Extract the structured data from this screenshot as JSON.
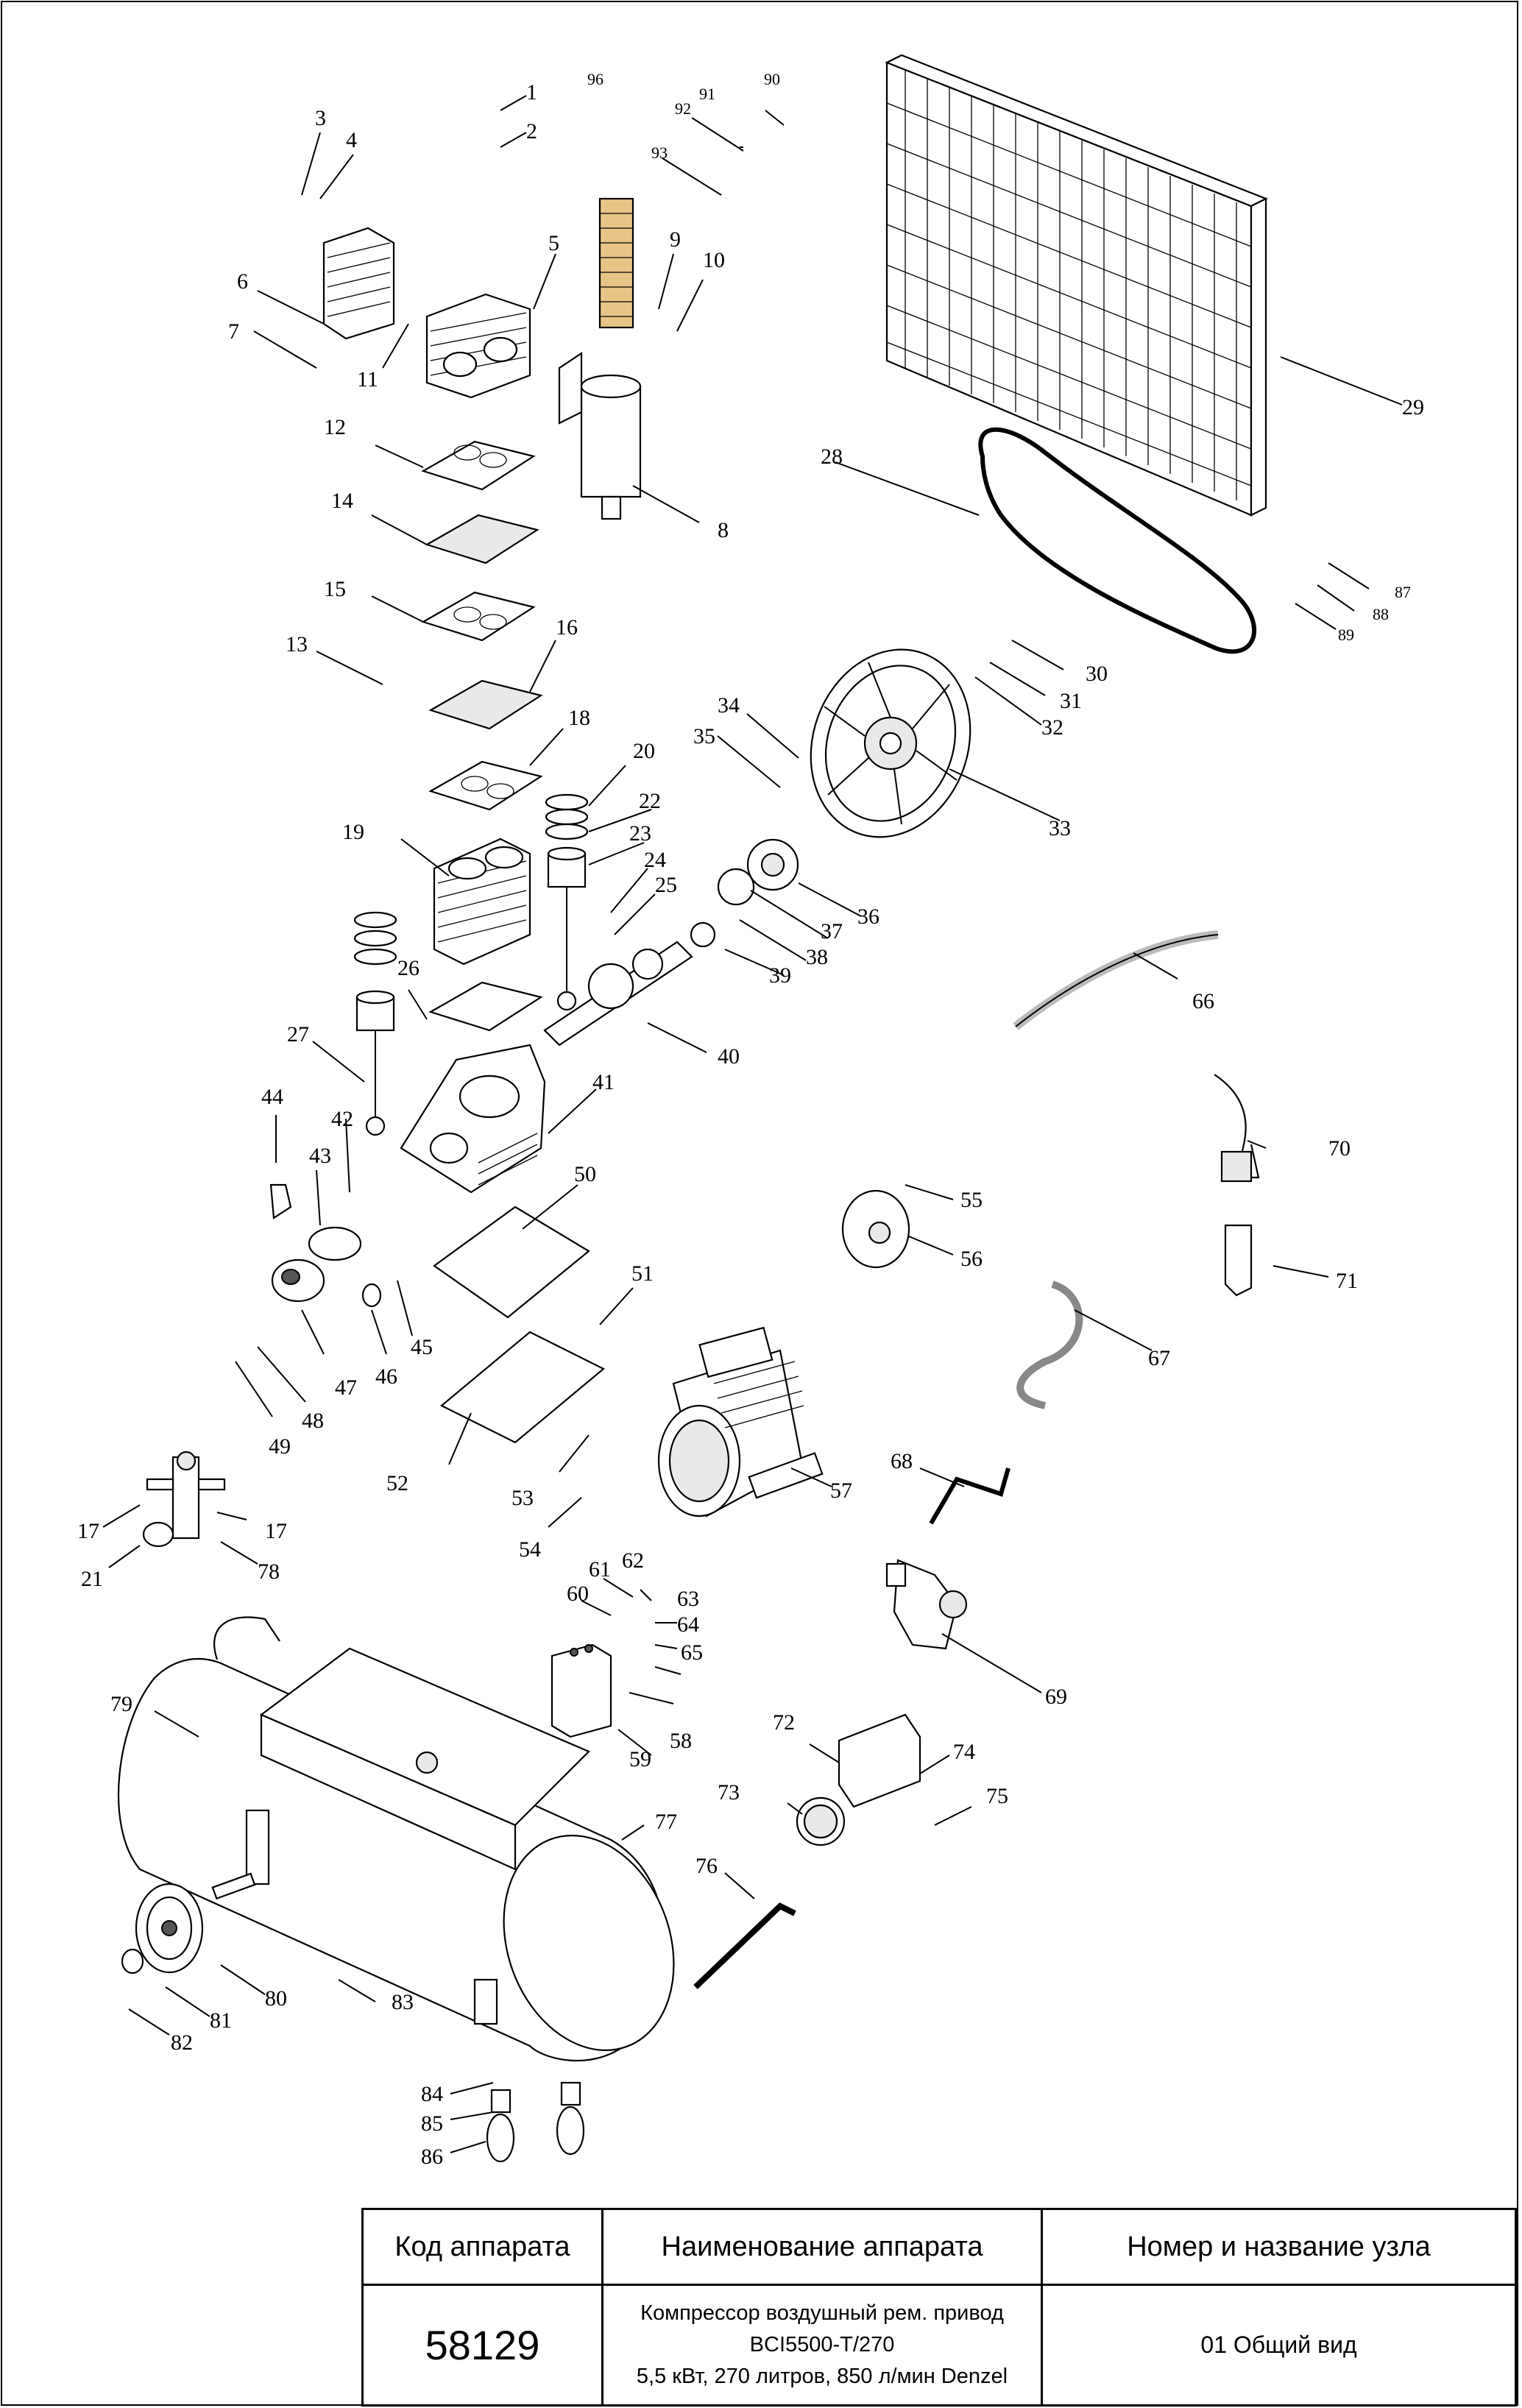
{
  "title_block": {
    "headers": {
      "code": "Код аппарата",
      "name": "Наименование аппарата",
      "node": "Номер и название узла"
    },
    "code": "58129",
    "name_line1": "Компрессор воздушный рем. привод",
    "name_line2": "BCI5500-T/270",
    "name_line3": "5,5 кВт, 270 литров, 850 л/мин Denzel",
    "node": "01 Общий вид"
  },
  "callouts": [
    "1",
    "2",
    "3",
    "4",
    "5",
    "6",
    "7",
    "8",
    "9",
    "10",
    "11",
    "12",
    "13",
    "14",
    "15",
    "16",
    "17",
    "17",
    "18",
    "19",
    "20",
    "21",
    "22",
    "23",
    "24",
    "25",
    "26",
    "27",
    "28",
    "29",
    "30",
    "31",
    "32",
    "33",
    "34",
    "35",
    "36",
    "37",
    "38",
    "39",
    "40",
    "41",
    "42",
    "43",
    "44",
    "45",
    "46",
    "47",
    "48",
    "49",
    "50",
    "51",
    "52",
    "53",
    "54",
    "55",
    "56",
    "57",
    "58",
    "59",
    "60",
    "61",
    "62",
    "63",
    "64",
    "65",
    "66",
    "67",
    "68",
    "69",
    "70",
    "71",
    "72",
    "73",
    "74",
    "75",
    "76",
    "77",
    "78",
    "79",
    "80",
    "81",
    "82",
    "83",
    "84",
    "85",
    "86",
    "87",
    "88",
    "89",
    "90",
    "91",
    "92",
    "93",
    "96"
  ]
}
